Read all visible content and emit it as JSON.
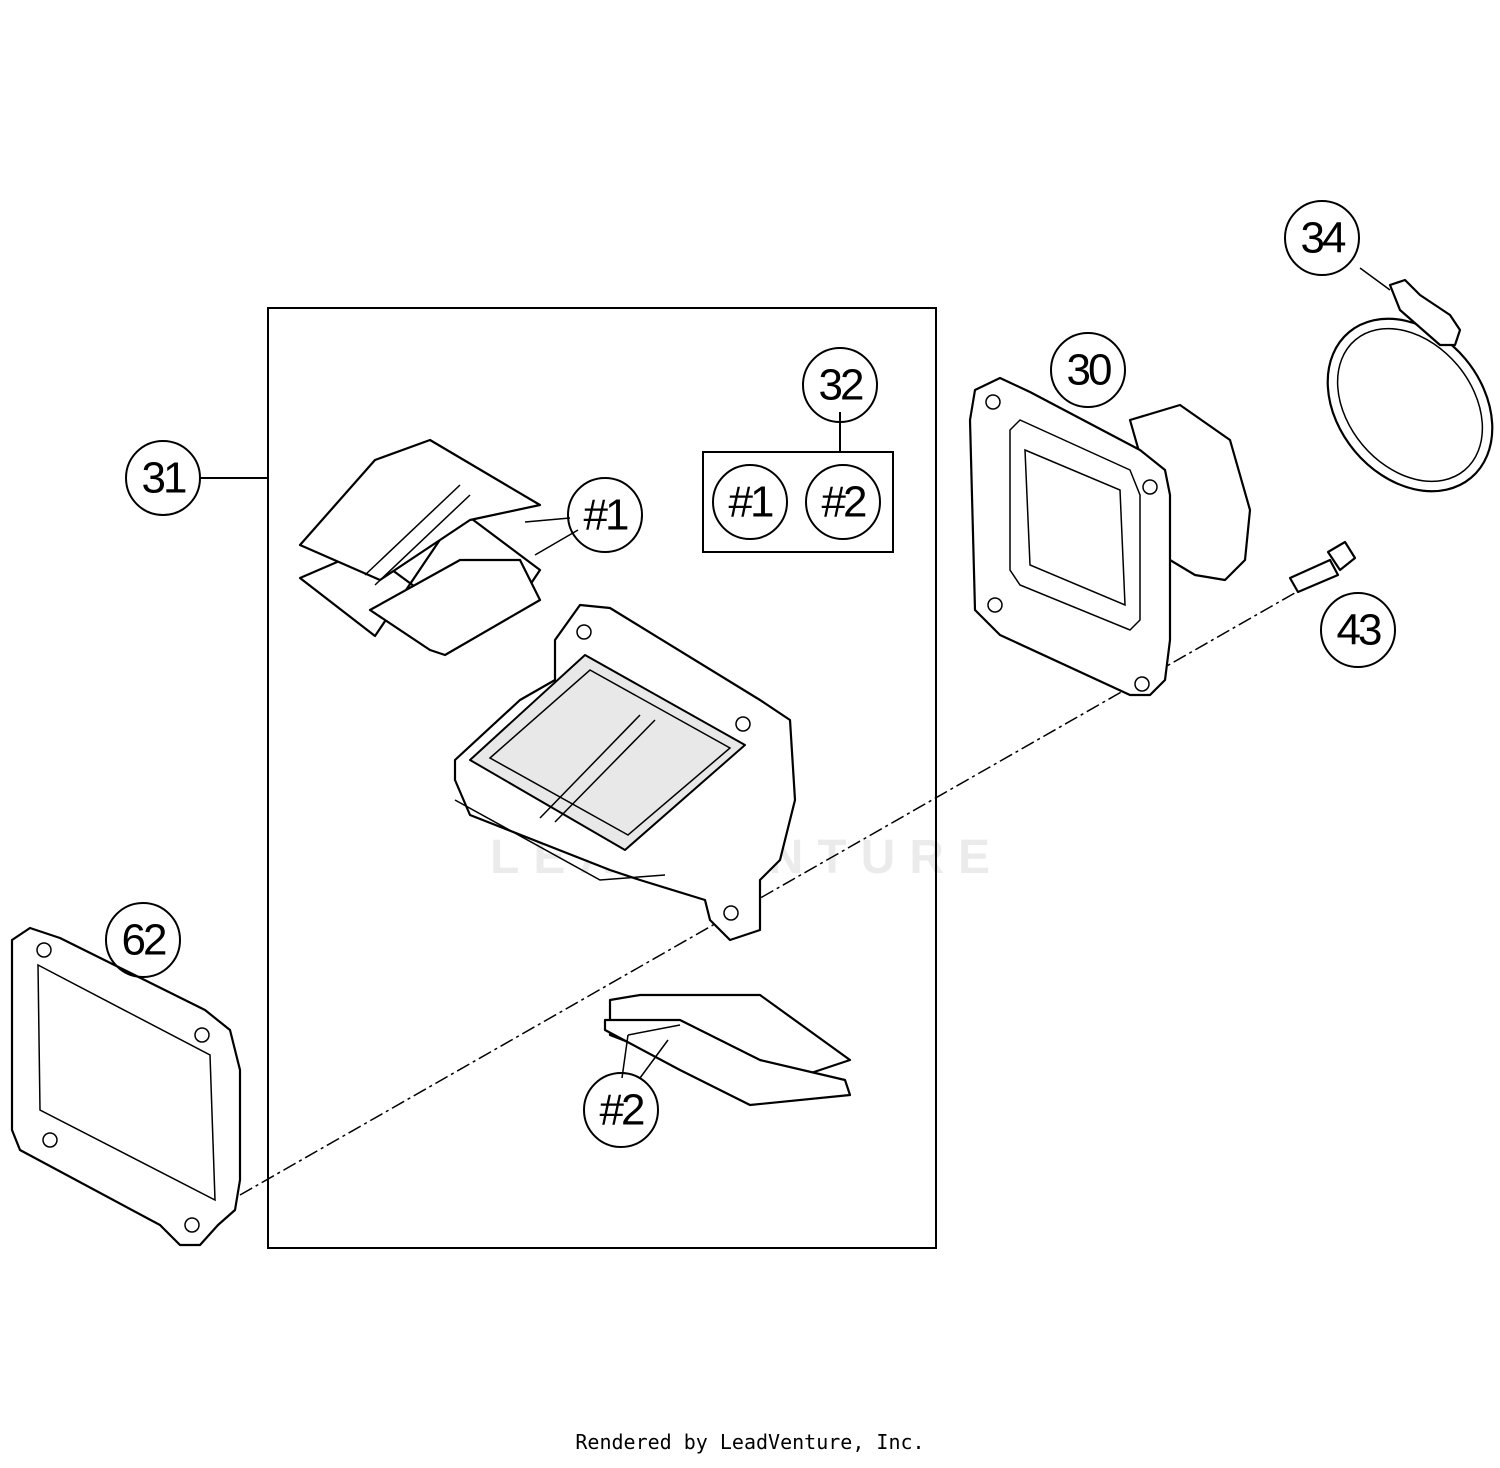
{
  "callouts": {
    "c30": "30",
    "c31": "31",
    "c32": "32",
    "c34": "34",
    "c43": "43",
    "c62": "62",
    "k1_top": "#1",
    "k1_box": "#1",
    "k2_box": "#2",
    "k2_bottom": "#2"
  },
  "watermark": "LEADVENTURE",
  "footer": "Rendered by LeadVenture, Inc."
}
